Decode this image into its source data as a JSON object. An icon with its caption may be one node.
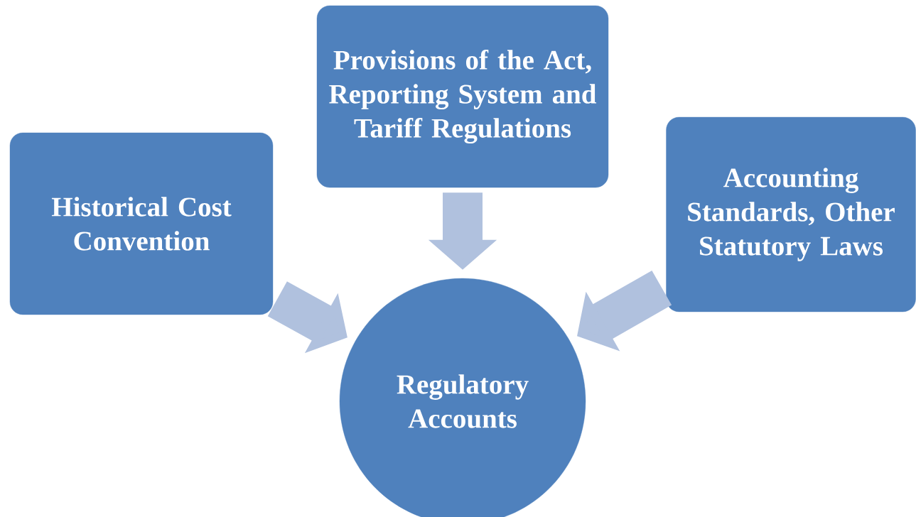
{
  "diagram": {
    "nodes": [
      {
        "text": [
          "Historical Cost Convention"
        ]
      },
      {
        "text": [
          "Provisions of the Act, Reporting System and Tariff Regulations"
        ]
      },
      {
        "text": [
          "Accounting Standards, Other Statutory Laws"
        ]
      },
      {
        "text": [
          "Regulatory Accounts"
        ]
      }
    ],
    "edges": [
      {
        "from": 0,
        "to": 3,
        "arrow": "to"
      },
      {
        "from": 1,
        "to": 3,
        "arrow": "to"
      },
      {
        "from": 2,
        "to": 3,
        "arrow": "to"
      }
    ]
  }
}
